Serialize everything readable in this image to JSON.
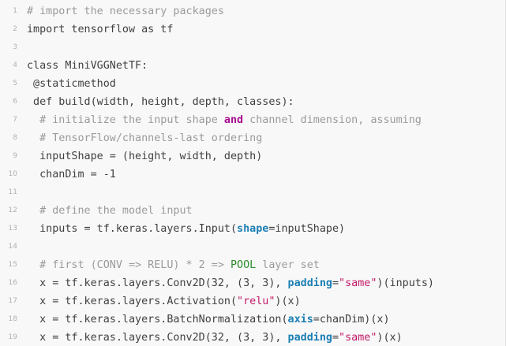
{
  "colors": {
    "background": "#f8f8f8",
    "text": "#404040",
    "comment": "#9a9a9a",
    "keyword": "#a90d91",
    "param": "#1c7fb4",
    "string": "#c41a68",
    "builtin": "#2e8b2e",
    "line_number": "#b0b0b0"
  },
  "code": {
    "lines": [
      {
        "number": "1",
        "tokens": [
          {
            "t": "comment",
            "v": "# import the necessary packages"
          }
        ]
      },
      {
        "number": "2",
        "tokens": [
          {
            "t": "text",
            "v": "import tensorflow as tf"
          }
        ]
      },
      {
        "number": "3",
        "tokens": []
      },
      {
        "number": "4",
        "tokens": [
          {
            "t": "text",
            "v": "class MiniVGGNetTF:"
          }
        ]
      },
      {
        "number": "5",
        "tokens": [
          {
            "t": "text",
            "v": " @staticmethod"
          }
        ]
      },
      {
        "number": "6",
        "tokens": [
          {
            "t": "text",
            "v": " def build(width, height, depth, classes):"
          }
        ]
      },
      {
        "number": "7",
        "tokens": [
          {
            "t": "comment",
            "v": "  # initialize the input shape "
          },
          {
            "t": "keyword",
            "v": "and"
          },
          {
            "t": "comment",
            "v": " channel dimension, assuming"
          }
        ]
      },
      {
        "number": "8",
        "tokens": [
          {
            "t": "comment",
            "v": "  # TensorFlow/channels-last ordering"
          }
        ]
      },
      {
        "number": "9",
        "tokens": [
          {
            "t": "text",
            "v": "  inputShape = (height, width, depth)"
          }
        ]
      },
      {
        "number": "10",
        "tokens": [
          {
            "t": "text",
            "v": "  chanDim = -1"
          }
        ]
      },
      {
        "number": "11",
        "tokens": []
      },
      {
        "number": "12",
        "tokens": [
          {
            "t": "comment",
            "v": "  # define the model input"
          }
        ]
      },
      {
        "number": "13",
        "tokens": [
          {
            "t": "text",
            "v": "  inputs = tf.keras.layers.Input("
          },
          {
            "t": "param",
            "v": "shape"
          },
          {
            "t": "text",
            "v": "=inputShape)"
          }
        ]
      },
      {
        "number": "14",
        "tokens": []
      },
      {
        "number": "15",
        "tokens": [
          {
            "t": "comment",
            "v": "  # first (CONV => RELU) * 2 => "
          },
          {
            "t": "builtin",
            "v": "POOL"
          },
          {
            "t": "comment",
            "v": " layer set"
          }
        ]
      },
      {
        "number": "16",
        "tokens": [
          {
            "t": "text",
            "v": "  x = tf.keras.layers.Conv2D(32, (3, 3), "
          },
          {
            "t": "param",
            "v": "padding"
          },
          {
            "t": "text",
            "v": "="
          },
          {
            "t": "string",
            "v": "\"same\""
          },
          {
            "t": "text",
            "v": ")(inputs)"
          }
        ]
      },
      {
        "number": "17",
        "tokens": [
          {
            "t": "text",
            "v": "  x = tf.keras.layers.Activation("
          },
          {
            "t": "string",
            "v": "\"relu\""
          },
          {
            "t": "text",
            "v": ")(x)"
          }
        ]
      },
      {
        "number": "18",
        "tokens": [
          {
            "t": "text",
            "v": "  x = tf.keras.layers.BatchNormalization("
          },
          {
            "t": "param",
            "v": "axis"
          },
          {
            "t": "text",
            "v": "=chanDim)(x)"
          }
        ]
      },
      {
        "number": "19",
        "tokens": [
          {
            "t": "text",
            "v": "  x = tf.keras.layers.Conv2D(32, (3, 3), "
          },
          {
            "t": "param",
            "v": "padding"
          },
          {
            "t": "text",
            "v": "="
          },
          {
            "t": "string",
            "v": "\"same\""
          },
          {
            "t": "text",
            "v": ")(x)"
          }
        ]
      }
    ]
  }
}
